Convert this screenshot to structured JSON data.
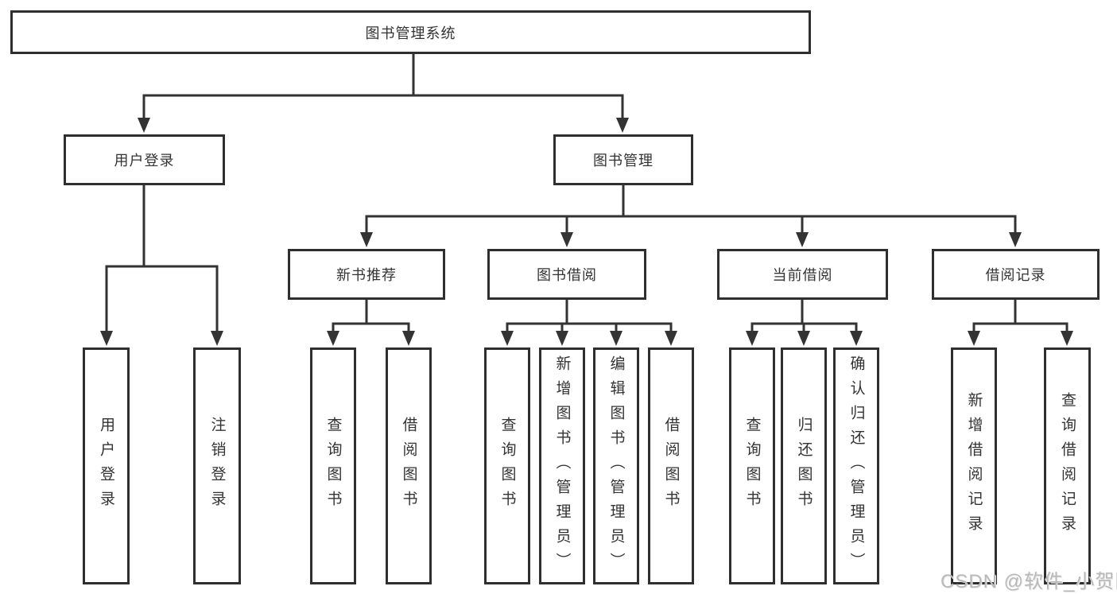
{
  "tree": {
    "root": {
      "label": "图书管理系统"
    },
    "children": [
      {
        "label": "用户登录",
        "children": [
          {
            "label": "用户登录"
          },
          {
            "label": "注销登录"
          }
        ]
      },
      {
        "label": "图书管理",
        "children": [
          {
            "label": "新书推荐",
            "children": [
              {
                "label": "查询图书"
              },
              {
                "label": "借阅图书"
              }
            ]
          },
          {
            "label": "图书借阅",
            "children": [
              {
                "label": "查询图书"
              },
              {
                "label": "新增图书（管理员）"
              },
              {
                "label": "编辑图书（管理员）"
              },
              {
                "label": "借阅图书"
              }
            ]
          },
          {
            "label": "当前借阅",
            "children": [
              {
                "label": "查询图书"
              },
              {
                "label": "归还图书"
              },
              {
                "label": "确认归还（管理员）"
              }
            ]
          },
          {
            "label": "借阅记录",
            "children": [
              {
                "label": "新增借阅记录"
              },
              {
                "label": "查询借阅记录"
              }
            ]
          }
        ]
      }
    ]
  },
  "watermark": {
    "text": "CSDN @软件_小贺同学"
  },
  "colors": {
    "line": "#333333",
    "box_border": "#2f2f2f",
    "text": "#333333",
    "background": "#ffffff",
    "watermark": "#b9b9b9"
  }
}
